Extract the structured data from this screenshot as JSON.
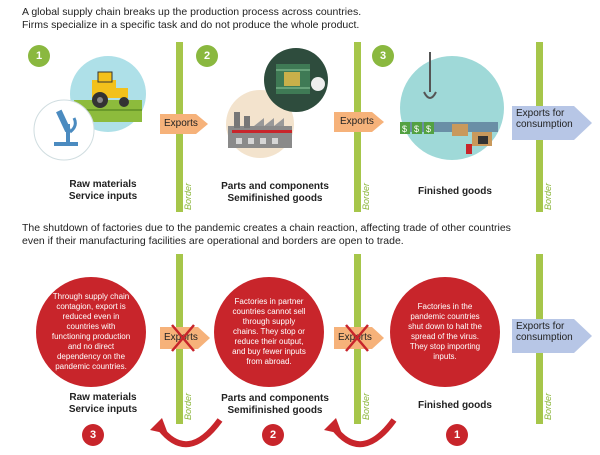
{
  "top": {
    "intro_line1": "A global supply chain breaks up the production process across countries.",
    "intro_line2": "Firms specialize in a specific task and do not produce the whole product.",
    "steps": [
      "1",
      "2",
      "3"
    ],
    "stages": [
      {
        "line1": "Raw materials",
        "line2": "Service inputs"
      },
      {
        "line1": "Parts and components",
        "line2": "Semifinished goods"
      },
      {
        "line1": "Finished goods",
        "line2": ""
      }
    ],
    "arrows": [
      "Exports",
      "Exports"
    ],
    "final_arrow": {
      "line1": "Exports for",
      "line2": "consumption"
    },
    "border_label": "Border"
  },
  "bottom": {
    "intro_line1": "The shutdown of factories due to the pandemic creates a chain reaction, affecting trade of other countries",
    "intro_line2": "even if their manufacturing facilities are operational and borders are open to trade.",
    "steps": [
      "3",
      "2",
      "1"
    ],
    "circles": [
      "Through supply chain contagion, export is reduced even in countries with functioning production and no direct dependency on the pandemic countries.",
      "Factories in partner countries cannot sell through supply chains. They stop or reduce their output, and buy fewer inputs from abroad.",
      "Factories in the pandemic countries shut down to halt the spread of the virus. They stop importing inputs."
    ],
    "stages": [
      {
        "line1": "Raw materials",
        "line2": "Service inputs"
      },
      {
        "line1": "Parts and components",
        "line2": "Semifinished goods"
      },
      {
        "line1": "Finished goods",
        "line2": ""
      }
    ],
    "arrows": [
      "Exports",
      "Exports"
    ],
    "final_arrow": {
      "line1": "Exports for",
      "line2": "consumption"
    },
    "border_label": "Border"
  },
  "colors": {
    "green": "#a6c64a",
    "red": "#c8252b",
    "orange": "#f6b27a",
    "blue": "#b7c6e6"
  }
}
